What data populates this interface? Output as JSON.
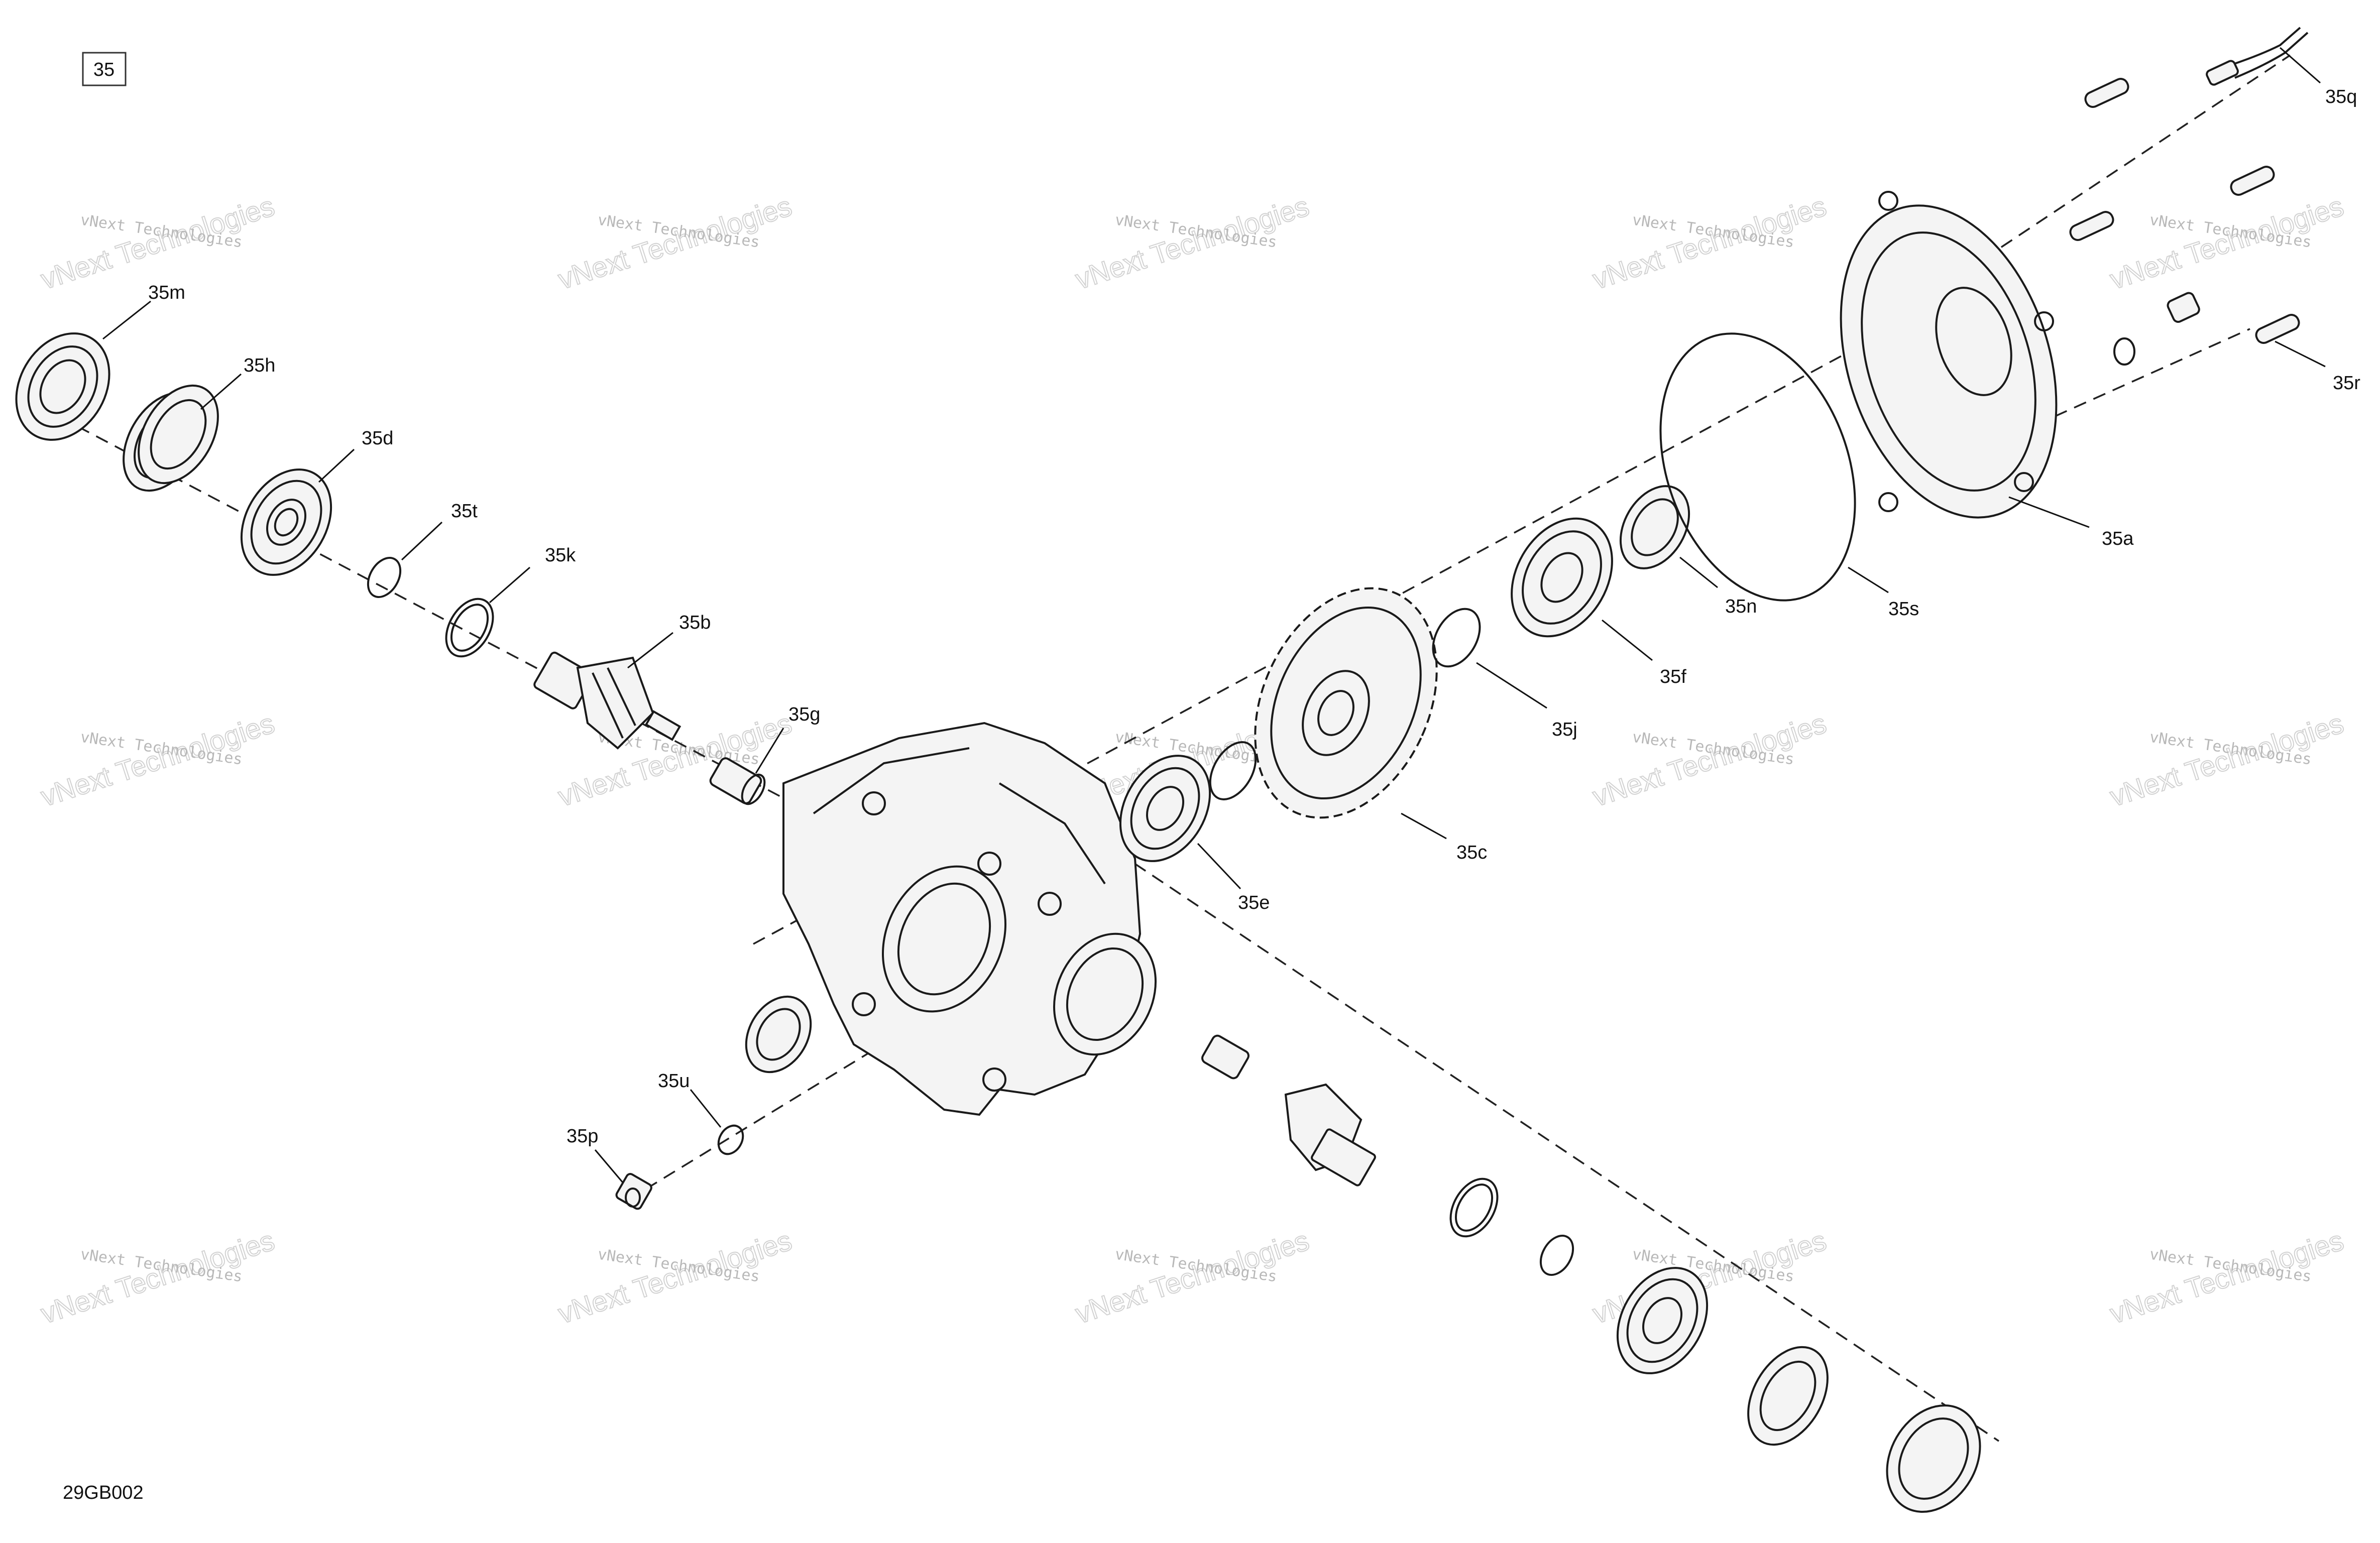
{
  "diagram": {
    "section_number": "35",
    "figure_code": "29GB002",
    "watermark": {
      "small_text": "vNext Technologies",
      "large_text": "vNext Technologies"
    },
    "callouts": [
      "35a",
      "35b",
      "35c",
      "35d",
      "35e",
      "35f",
      "35g",
      "35h",
      "35j",
      "35k",
      "35m",
      "35n",
      "35p",
      "35q",
      "35r",
      "35s",
      "35t",
      "35u"
    ]
  }
}
